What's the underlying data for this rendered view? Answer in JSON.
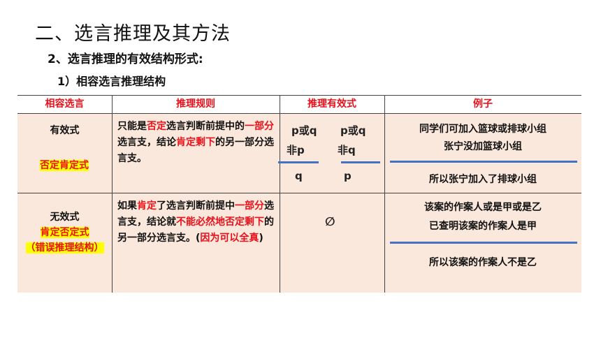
{
  "title": "二、选言推理及其方法",
  "subtitle1": "2、选言推理的有效结构形式:",
  "subtitle2": "1）相容选言推理结构",
  "table": {
    "headers": [
      "相容选言",
      "推理规则",
      "推理有效式",
      "例子"
    ],
    "row1": {
      "name": "有效式",
      "form": "否定肯定式",
      "rule": [
        "只能是",
        "否定",
        "选言判断前提中的",
        "一部分",
        "选言支，结论",
        "肯定剩下",
        "的另一部分选言支。"
      ],
      "premise_left": [
        "p或q",
        "非p"
      ],
      "premise_right": [
        "p或q",
        "非q"
      ],
      "conclusion_left": "q",
      "conclusion_right": "p",
      "example_premises": [
        "同学们可加入篮球或排球小组",
        "张宁没加篮球小组"
      ],
      "example_conclusion": "所以张宁加入了排球小组"
    },
    "row2": {
      "name": "无效式",
      "form": "肯定否定式",
      "form_note": "（错误推理结构）",
      "rule": [
        "如果",
        "肯定",
        "了选言判断前提中",
        "一部分",
        "选言支，结论就",
        "不能必然地否定剩下",
        "的另一部分选言支。(",
        "因为可以全真",
        ")"
      ],
      "symbol": "∅",
      "example_premises": [
        "该案的作案人或是甲或是乙",
        "已查明该案的作案人是甲"
      ],
      "example_conclusion": "所以该案的作案人不是乙"
    }
  }
}
